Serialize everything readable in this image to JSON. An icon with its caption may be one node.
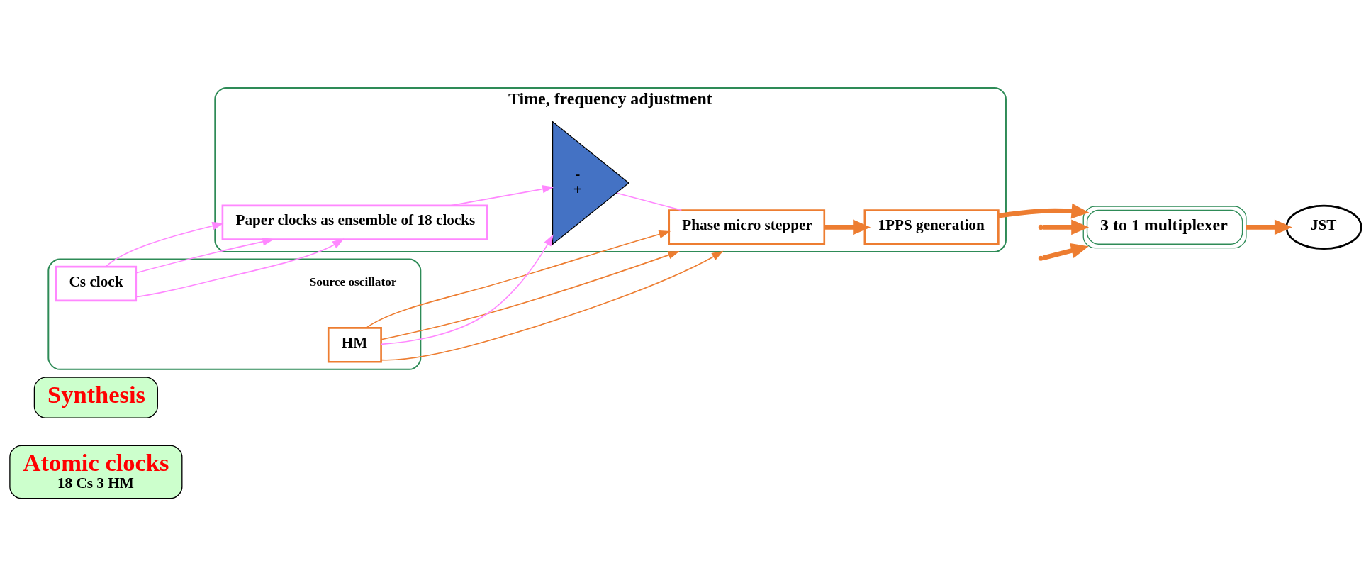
{
  "diagram": {
    "nodes": [
      {
        "text": [
          "Atomic clocks",
          "18 Cs 3 HM"
        ]
      },
      {
        "text": [
          "Synthesis"
        ]
      },
      {
        "text": [
          "JST"
        ]
      },
      {
        "text": [],
        "shape": "box"
      },
      {
        "text": [
          "HM"
        ],
        "in": 3,
        "beside": [
          "Source oscillator"
        ]
      },
      {
        "text": [
          "Cs clock"
        ],
        "in": 3
      },
      {
        "text": [
          "Time, frequency adjustment"
        ]
      },
      {
        "text": [
          "Phase micro stepper"
        ],
        "in": 6
      },
      {
        "text": [
          "1PPS generation"
        ],
        "in": 6
      },
      {
        "text": [
          "Paper clocks as ensemble of 18 clocks"
        ],
        "in": 6
      },
      {
        "text": [
          "-",
          "+"
        ],
        "in": 6
      },
      {
        "text": [
          "3 to 1 multiplexer"
        ]
      }
    ],
    "edges": [
      {
        "from": 4,
        "to": 6,
        "arrow": "to"
      },
      {
        "from": 4,
        "to": 6,
        "arrow": "to"
      },
      {
        "from": 4,
        "to": 7,
        "arrow": "to"
      },
      {
        "from": 7,
        "to": 8,
        "arrow": "to",
        "style": "thick"
      },
      {
        "from": null,
        "to": 11,
        "arrow": "to",
        "style": "thick"
      },
      {
        "from": null,
        "to": 11,
        "arrow": "to",
        "style": "thick"
      },
      {
        "from": 8,
        "to": 11,
        "arrow": "to",
        "style": "thick"
      },
      {
        "from": 11,
        "to": 2,
        "arrow": "to",
        "style": "thick"
      },
      {
        "from": 10,
        "to": 7,
        "arrow": "none",
        "color": "#ff88ff"
      },
      {
        "from": 4,
        "to": 10,
        "arrow": "to",
        "color": "#ff88ff"
      },
      {
        "from": 5,
        "to": 9,
        "arrow": "to",
        "color": "#ff88ff"
      },
      {
        "from": 5,
        "to": 9,
        "arrow": "to",
        "color": "#ff88ff"
      },
      {
        "from": 5,
        "to": 9,
        "arrow": "to",
        "color": "#ff88ff"
      },
      {
        "from": 9,
        "to": 10,
        "arrow": "to",
        "color": "#ff88ff"
      }
    ]
  }
}
